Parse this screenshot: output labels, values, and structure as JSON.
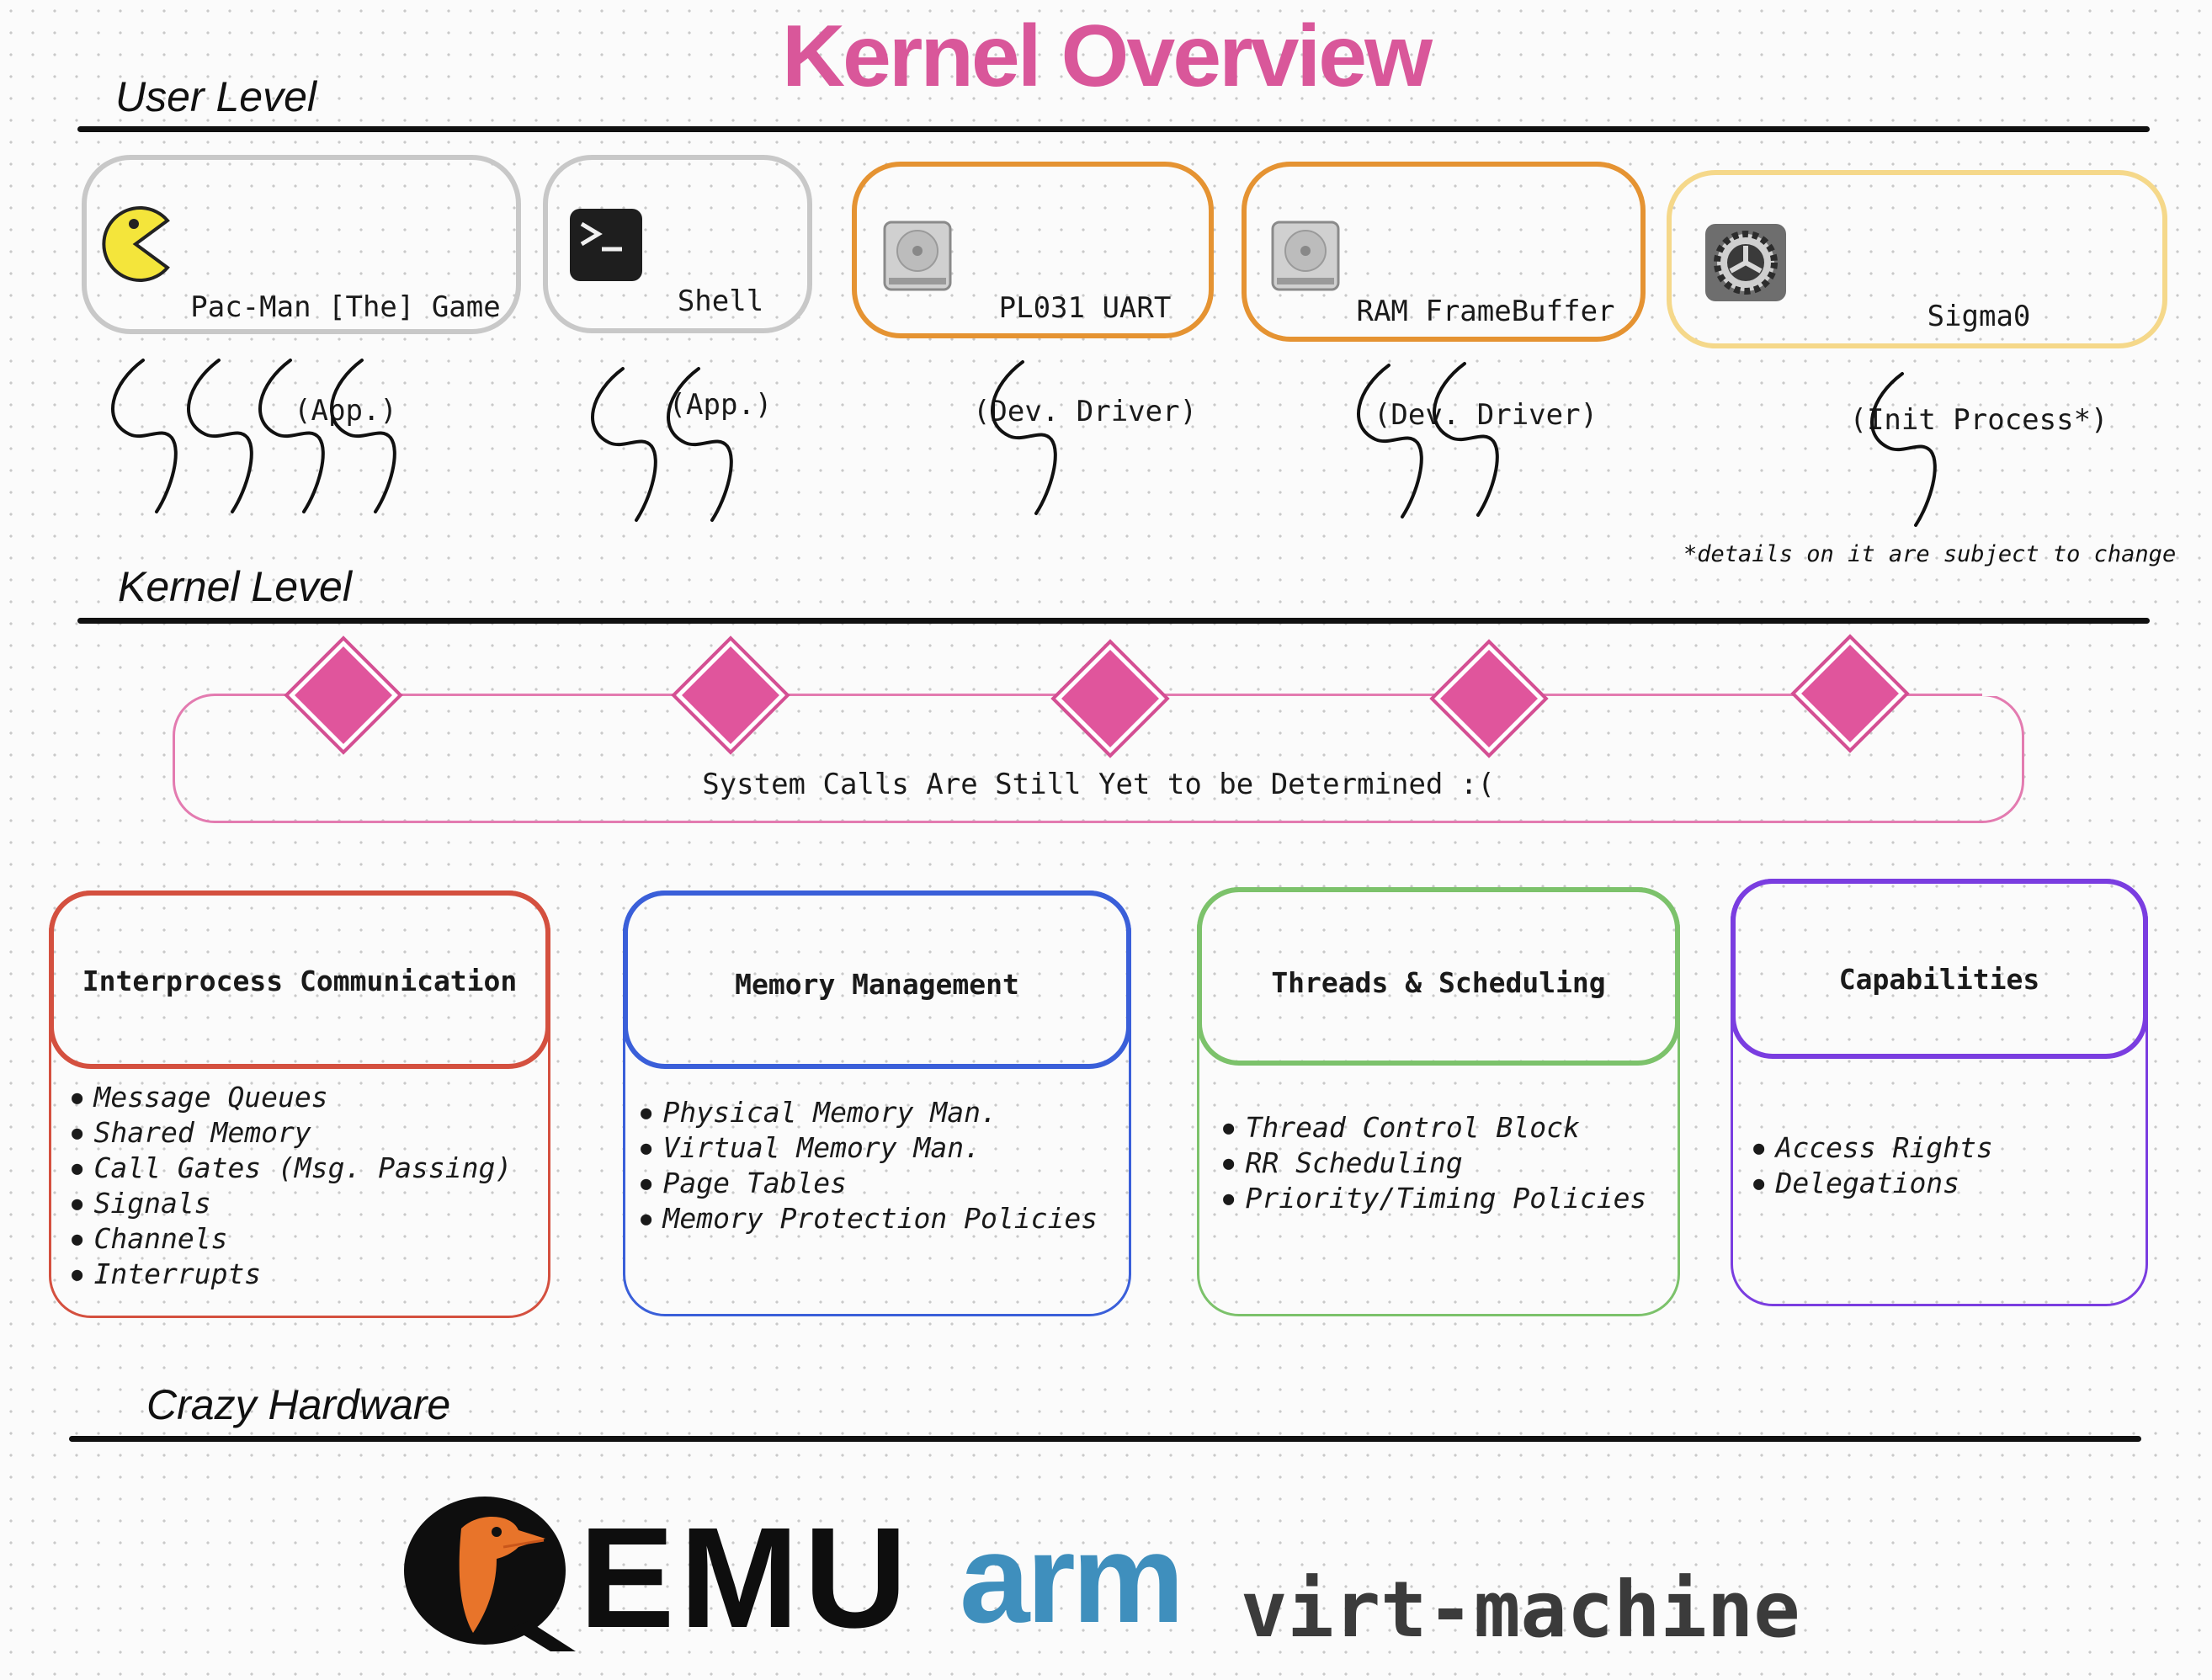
{
  "title": "Kernel Overview",
  "levels": {
    "user": "User Level",
    "kernel": "Kernel Level",
    "hardware": "Crazy Hardware"
  },
  "user_apps": [
    {
      "line1": "Pac-Man [The] Game",
      "line2": "(App.)",
      "icon": "pacman-icon",
      "color": "#c8c8c8",
      "threads": 4
    },
    {
      "line1": "Shell",
      "line2": "(App.)",
      "icon": "terminal-icon",
      "color": "#c8c8c8",
      "threads": 2
    },
    {
      "line1": "PL031 UART",
      "line2": "(Dev. Driver)",
      "icon": "hard-drive-icon",
      "color": "#e59332",
      "threads": 1
    },
    {
      "line1": "RAM FrameBuffer",
      "line2": "(Dev. Driver)",
      "icon": "hard-drive-icon",
      "color": "#e59332",
      "threads": 2
    },
    {
      "line1": "Sigma0",
      "line2": "(Init Process*)",
      "icon": "gear-icon",
      "color": "#f5d88a",
      "threads": 1
    }
  ],
  "footnote": "*details on it are subject to change",
  "syscalls": {
    "label": "System Calls Are Still Yet to be Determined :(",
    "count": 5,
    "color": "#e0559c"
  },
  "subsystems": [
    {
      "title": "Interprocess Communication",
      "color": "#d4503f",
      "items": [
        "Message Queues",
        "Shared Memory",
        "Call Gates (Msg. Passing)",
        "Signals",
        "Channels",
        "Interrupts"
      ]
    },
    {
      "title": "Memory Management",
      "color": "#3a5fd9",
      "items": [
        "Physical Memory Man.",
        "Virtual Memory Man.",
        "Page Tables",
        "Memory Protection Policies"
      ]
    },
    {
      "title": "Threads & Scheduling",
      "color": "#7cc26b",
      "items": [
        "Thread Control Block",
        "RR Scheduling",
        "Priority/Timing Policies"
      ]
    },
    {
      "title": "Capabilities",
      "color": "#7a3de0",
      "items": [
        "Access Rights",
        "Delegations"
      ]
    }
  ],
  "hardware": {
    "qemu_text": "EMU",
    "arm_text": "arm",
    "machine_text": "virt-machine",
    "arm_color": "#3f8fbd"
  }
}
